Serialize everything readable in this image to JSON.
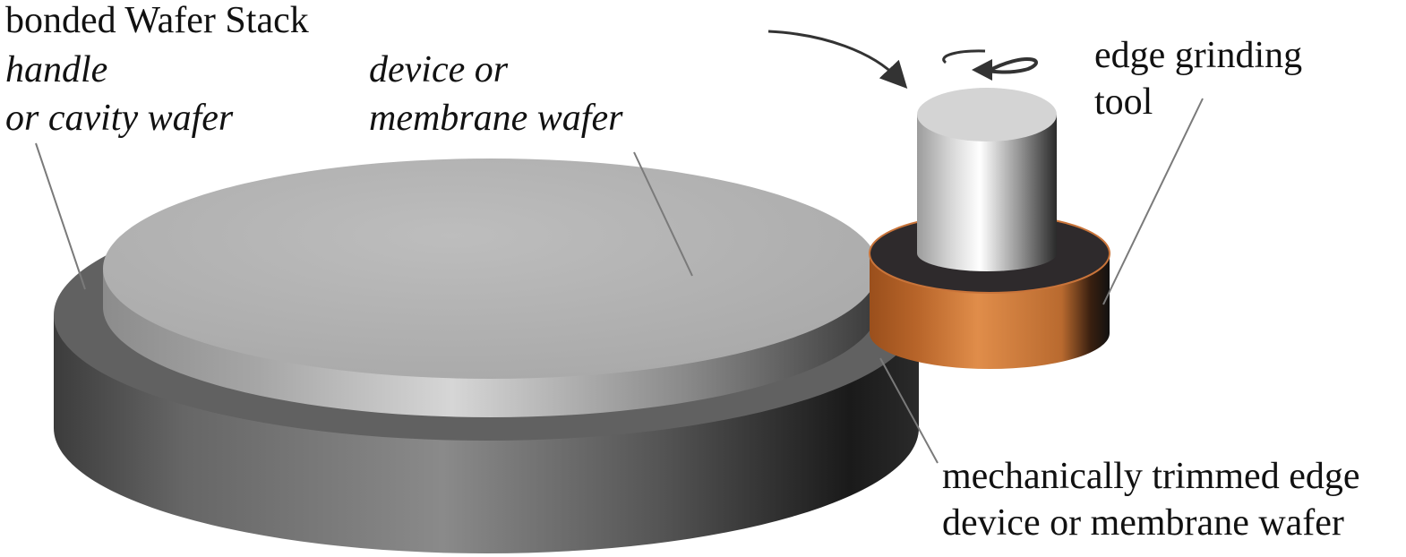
{
  "labels": {
    "stack_title": "bonded Wafer Stack",
    "handle_line1": "handle",
    "handle_line2": "or cavity wafer",
    "device_line1": "device or",
    "device_line2": "membrane wafer",
    "tool_line1": "edge grinding",
    "tool_line2": "tool",
    "trim_line1": "mechanically trimmed edge",
    "trim_line2": "device or membrane wafer"
  },
  "colors": {
    "handle_wafer_top": "#5f5f5f",
    "handle_wafer_side": "#4a4a4a",
    "device_wafer_top": "#b4b4b4",
    "device_wafer_side": "#8a8a8a",
    "tool_ring": "#d07a38",
    "tool_ring_top": "#2f2a2c",
    "tool_spindle": "#d2d2d2",
    "leader_line": "#777777",
    "arrow": "#333333"
  },
  "icons": [
    "rotation-arrow-icon",
    "approach-arrow-icon"
  ]
}
